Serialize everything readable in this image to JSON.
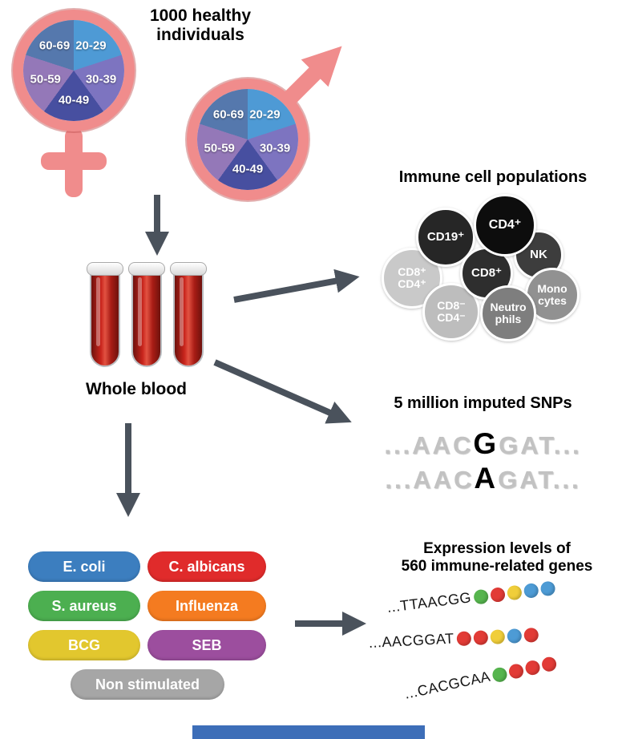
{
  "colors": {
    "pink": "#F08C8C",
    "arrow": "#4A525C",
    "footer_bar": "#3D6EB8"
  },
  "header": {
    "title": "1000 healthy\nindividuals"
  },
  "demographics": {
    "age_labels": [
      "20-29",
      "30-39",
      "40-49",
      "50-59",
      "60-69"
    ],
    "age_colors": [
      "#4E9AD5",
      "#7D74C0",
      "#474FA0",
      "#9478B8",
      "#5578AD"
    ]
  },
  "blood": {
    "label": "Whole blood"
  },
  "immune": {
    "title": "Immune cell populations",
    "cells": [
      {
        "label": "CD4⁺",
        "color": "#0D0D0D"
      },
      {
        "label": "CD19⁺",
        "color": "#262626"
      },
      {
        "label": "NK",
        "color": "#3D3D3D"
      },
      {
        "label": "CD8⁺",
        "color": "#2E2E2E"
      },
      {
        "label": "CD8⁺\nCD4⁺",
        "color": "#C9C9C9"
      },
      {
        "label": "CD8⁻\nCD4⁻",
        "color": "#BDBDBD"
      },
      {
        "label": "Neutro\nphils",
        "color": "#7E7E7E"
      },
      {
        "label": "Mono\ncytes",
        "color": "#919191"
      }
    ]
  },
  "snps": {
    "title": "5 million imputed SNPs",
    "sequences": [
      {
        "pre": "...AAC",
        "variant": "G",
        "post": "GAT..."
      },
      {
        "pre": "...AAC",
        "variant": "A",
        "post": "GAT..."
      }
    ]
  },
  "stimuli": [
    {
      "label": "E. coli",
      "color": "#3C7EBF"
    },
    {
      "label": "C. albicans",
      "color": "#E02B2B"
    },
    {
      "label": "S. aureus",
      "color": "#4CAF50"
    },
    {
      "label": "Influenza",
      "color": "#F47B20"
    },
    {
      "label": "BCG",
      "color": "#E2C72E"
    },
    {
      "label": "SEB",
      "color": "#9C4E9E"
    },
    {
      "label": "Non stimulated",
      "color": "#A6A6A6"
    }
  ],
  "expression": {
    "title": "Expression levels of\n560 immune-related genes",
    "genes": [
      {
        "seq": "...TTAACGG",
        "beads": [
          "#56B54E",
          "#E23B36",
          "#F0CE3A",
          "#4D9BD5",
          "#4D9BD5"
        ]
      },
      {
        "seq": "...AACGGAT",
        "beads": [
          "#E23B36",
          "#E23B36",
          "#F0CE3A",
          "#4D9BD5",
          "#E23B36"
        ]
      },
      {
        "seq": "...CACGCAA",
        "beads": [
          "#56B54E",
          "#E23B36",
          "#E23B36",
          "#E23B36"
        ]
      }
    ]
  }
}
